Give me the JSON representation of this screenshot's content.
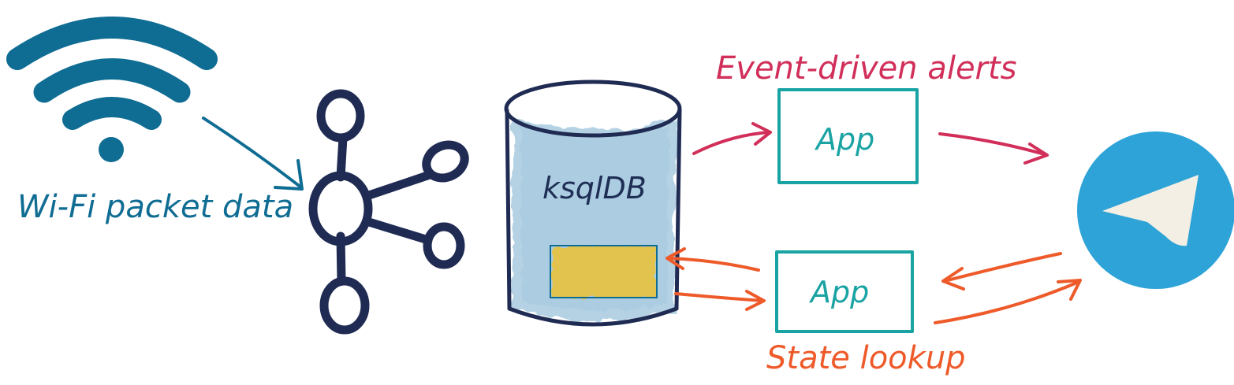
{
  "labels": {
    "wifi": "Wi-Fi packet data",
    "db": "ksqlDB",
    "alerts": "Event-driven alerts",
    "lookup": "State lookup",
    "app_top": "App",
    "app_bottom": "App"
  },
  "icons": {
    "source": "wifi-icon",
    "broker": "kafka-icon",
    "database": "database-cylinder-icon",
    "messenger": "telegram-icon"
  },
  "colors": {
    "wifi": "#0f6c93",
    "broker": "#1f2b52",
    "db_text": "#1e2e55",
    "db_fill": "#9fc6dd",
    "state_store": "#e8c23c",
    "app": "#1aa3a3",
    "alerts": "#d12f5a",
    "lookup": "#ee5a2a",
    "telegram": "#2ea3d8",
    "telegram_plane": "#f3efe4"
  }
}
